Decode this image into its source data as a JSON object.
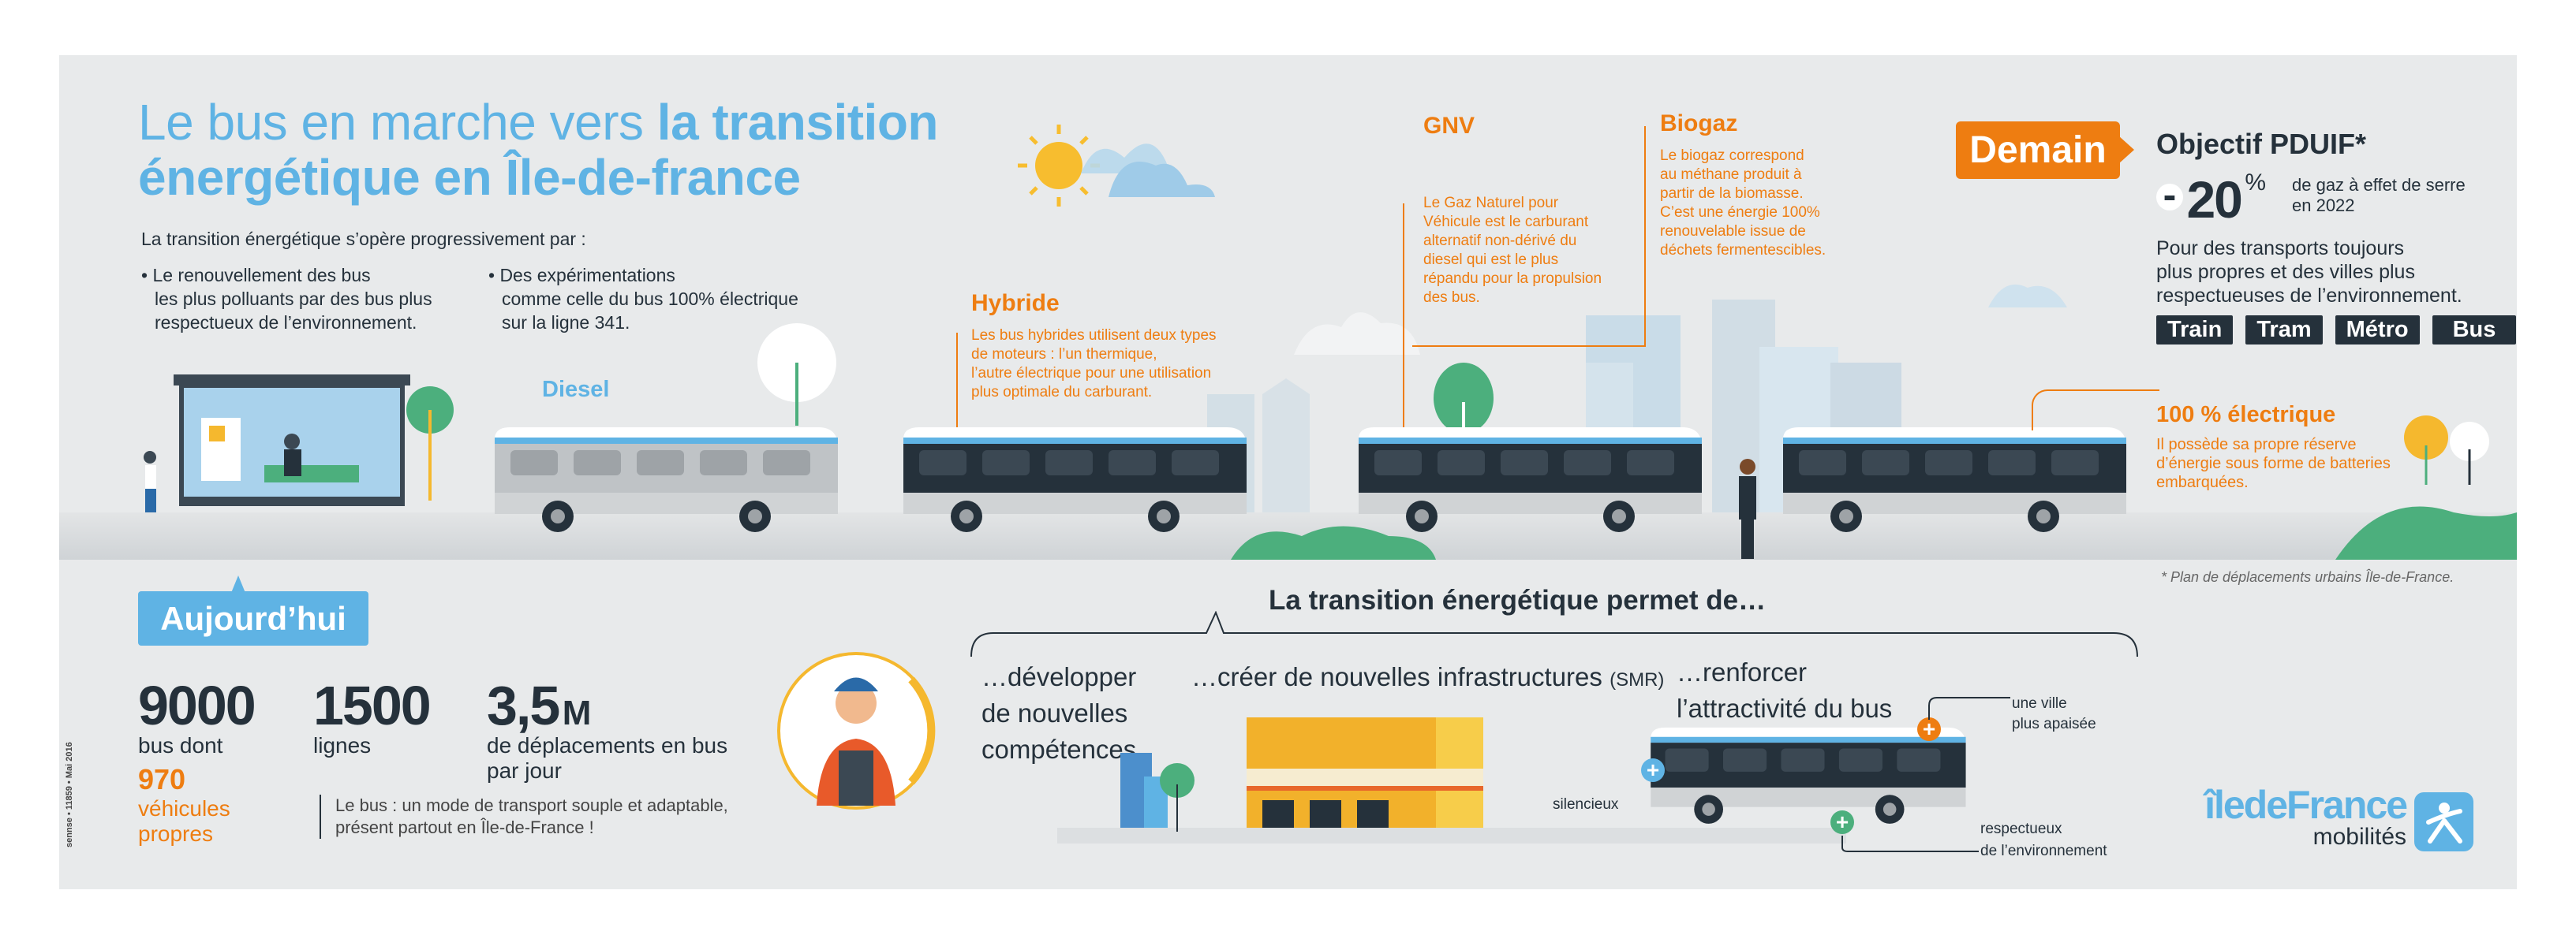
{
  "header": {
    "title_light": "Le bus en marche vers ",
    "title_bold_1": "la transition",
    "title_bold_2": "énergétique en Île-de-france",
    "intro": "La transition énergétique s’opère progressivement par :",
    "bullets": [
      [
        "• Le renouvellement des bus",
        "les plus polluants par des bus plus",
        "respectueux de l’environnement."
      ],
      [
        "• Des expérimentations",
        "comme celle du bus 100% électrique",
        "sur la ligne 341."
      ]
    ]
  },
  "fuels": {
    "diesel": {
      "title": "Diesel"
    },
    "hybride": {
      "title": "Hybride",
      "text": [
        "Les bus hybrides utilisent deux types",
        "de moteurs : l’un thermique,",
        "l’autre électrique pour une utilisation",
        "plus optimale du carburant."
      ]
    },
    "gnv": {
      "title": "GNV",
      "text": [
        "Le Gaz Naturel pour",
        "Véhicule est le carburant",
        "alternatif non-dérivé du",
        "diesel qui est le plus",
        "répandu pour la propulsion",
        "des bus."
      ]
    },
    "biogaz": {
      "title": "Biogaz",
      "text": [
        "Le biogaz correspond",
        "au méthane produit à",
        "partir de la biomasse.",
        "C’est une énergie 100%",
        "renouvelable issue de",
        "déchets fermentescibles."
      ]
    },
    "electrique": {
      "title": "100 % électrique",
      "text": [
        "Il possède sa propre réserve",
        "d’énergie sous forme de batteries",
        "embarquées."
      ]
    }
  },
  "demain": {
    "badge": "Demain",
    "objectif": "Objectif PDUIF*",
    "minus": "-",
    "value": "20",
    "percent": "%",
    "value_text": [
      "de gaz à effet de serre",
      "en 2022"
    ],
    "text": [
      "Pour des transports toujours",
      "plus propres et des villes plus",
      "respectueuses de l’environnement."
    ],
    "modes": [
      "Train",
      "Tram",
      "Métro",
      "Bus"
    ],
    "footnote": "* Plan de déplacements urbains Île-de-France."
  },
  "aujourdhui": {
    "badge": "Aujourd’hui",
    "stats": [
      {
        "value": "9000",
        "label": "bus dont"
      },
      {
        "value": "1500",
        "label": "lignes"
      },
      {
        "value": "3,5",
        "unit": "M",
        "label": [
          "de déplacements en bus",
          "par jour"
        ]
      }
    ],
    "clean": {
      "value": "970",
      "label": [
        "véhicules",
        "propres"
      ]
    },
    "note": [
      "Le bus : un mode de transport souple et adaptable,",
      "présent partout en Île-de-France !"
    ]
  },
  "benefits": {
    "title": "La transition énergétique permet de…",
    "items": [
      {
        "text": [
          "…développer",
          "de nouvelles",
          "compétences"
        ]
      },
      {
        "text": "…créer de nouvelles infrastructures",
        "suffix": "(SMR)"
      },
      {
        "text": [
          "…renforcer",
          "l’attractivité du bus"
        ]
      }
    ],
    "callouts": [
      "silencieux",
      "une ville",
      "plus apaisée",
      "respectueux",
      "de l’environnement"
    ]
  },
  "logo": {
    "brand": "îledeFrance",
    "sub": "mobilités"
  },
  "credit": "sennse • 11859 • Mai 2016",
  "colors": {
    "blue": "#5fb3e4",
    "orange": "#ee7d11",
    "dark": "#25313b",
    "green": "#4caf7d",
    "yellow": "#f5b82e",
    "background": "#e8eaeb"
  }
}
